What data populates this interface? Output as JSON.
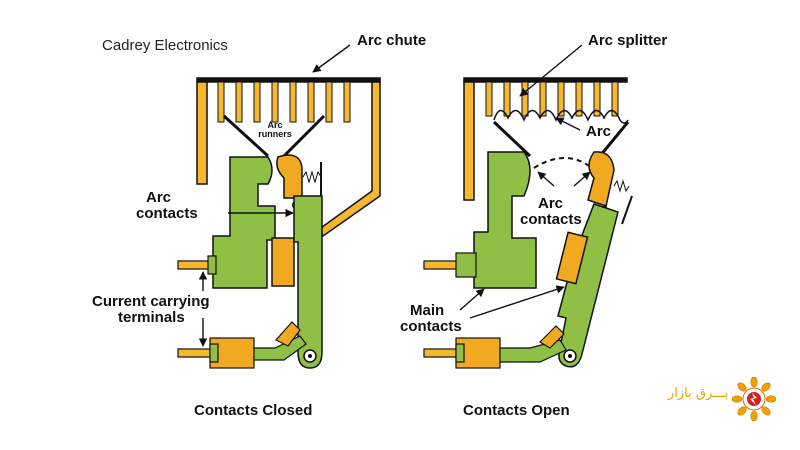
{
  "brand": "Cadrey Electronics",
  "labels": {
    "arc_chute": "Arc chute",
    "arc_runners_1": "Arc",
    "arc_runners_2": "runners",
    "arc_contacts_left_1": "Arc",
    "arc_contacts_left_2": "contacts",
    "current_terminals_1": "Current carrying",
    "current_terminals_2": "terminals",
    "arc_splitter": "Arc splitter",
    "arc": "Arc",
    "arc_contacts_right_1": "Arc",
    "arc_contacts_right_2": "contacts",
    "main_contacts_1": "Main",
    "main_contacts_2": "contacts"
  },
  "captions": {
    "closed": "Contacts Closed",
    "open": "Contacts Open"
  },
  "logo": {
    "text": "بـــرق بازار"
  },
  "colors": {
    "green": "#8fc045",
    "orange": "#f2a922",
    "outline": "#111111",
    "chute_fill": "#f5b82e"
  }
}
